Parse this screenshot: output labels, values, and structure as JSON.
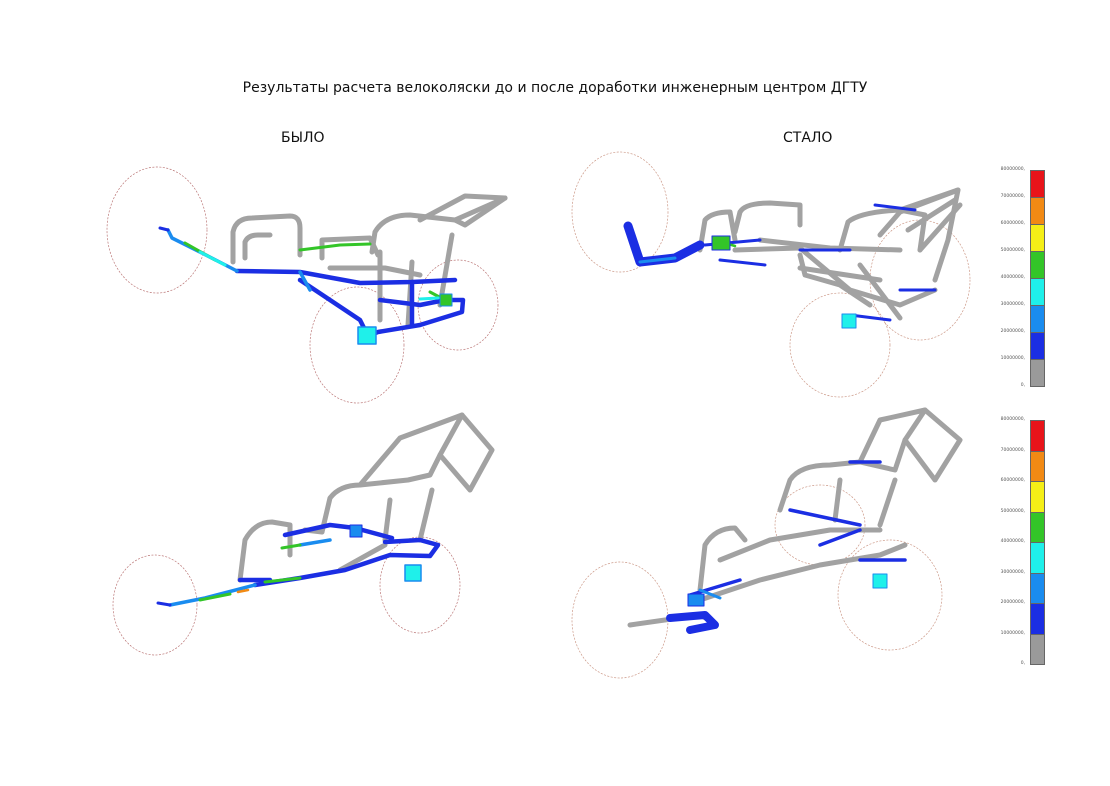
{
  "title": "Результаты расчета велоколяски до и после доработки инженерным центром ДГТУ",
  "labels": {
    "before": "БЫЛО",
    "after": "СТАЛО"
  },
  "legend": {
    "colors": [
      "#e8141a",
      "#f28a14",
      "#f5ef17",
      "#33c528",
      "#1ff0ea",
      "#1a8cef",
      "#1b2ee3",
      "#9a9a9a"
    ],
    "ticks": [
      "80000000,",
      "70000000,",
      "60000000,",
      "50000000,",
      "40000000,",
      "30000000,",
      "20000000,",
      "10000000,",
      "0,"
    ]
  }
}
